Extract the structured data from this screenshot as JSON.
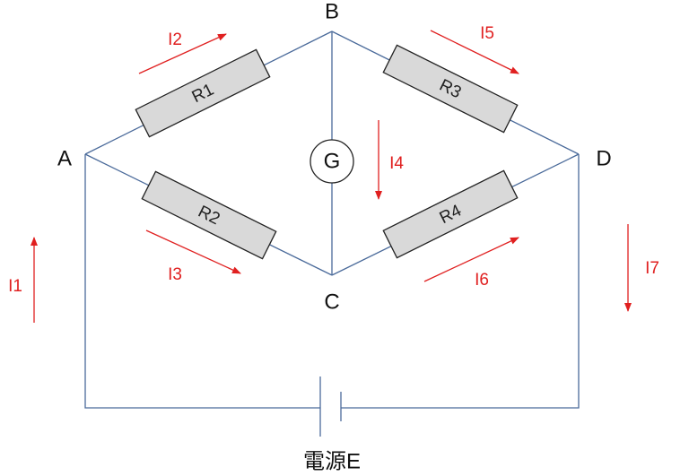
{
  "nodes": {
    "a": "A",
    "b": "B",
    "c": "C",
    "d": "D"
  },
  "resistors": {
    "r1": "R1",
    "r2": "R2",
    "r3": "R3",
    "r4": "R4"
  },
  "galvanometer": "G",
  "currents": {
    "i1": "I1",
    "i2": "I2",
    "i3": "I3",
    "i4": "I4",
    "i5": "I5",
    "i6": "I6",
    "i7": "I7"
  },
  "source_label": "電源E",
  "colors": {
    "wire": "#4a6a9a",
    "current": "#e02020",
    "resistor_fill": "#d9d9d9"
  }
}
